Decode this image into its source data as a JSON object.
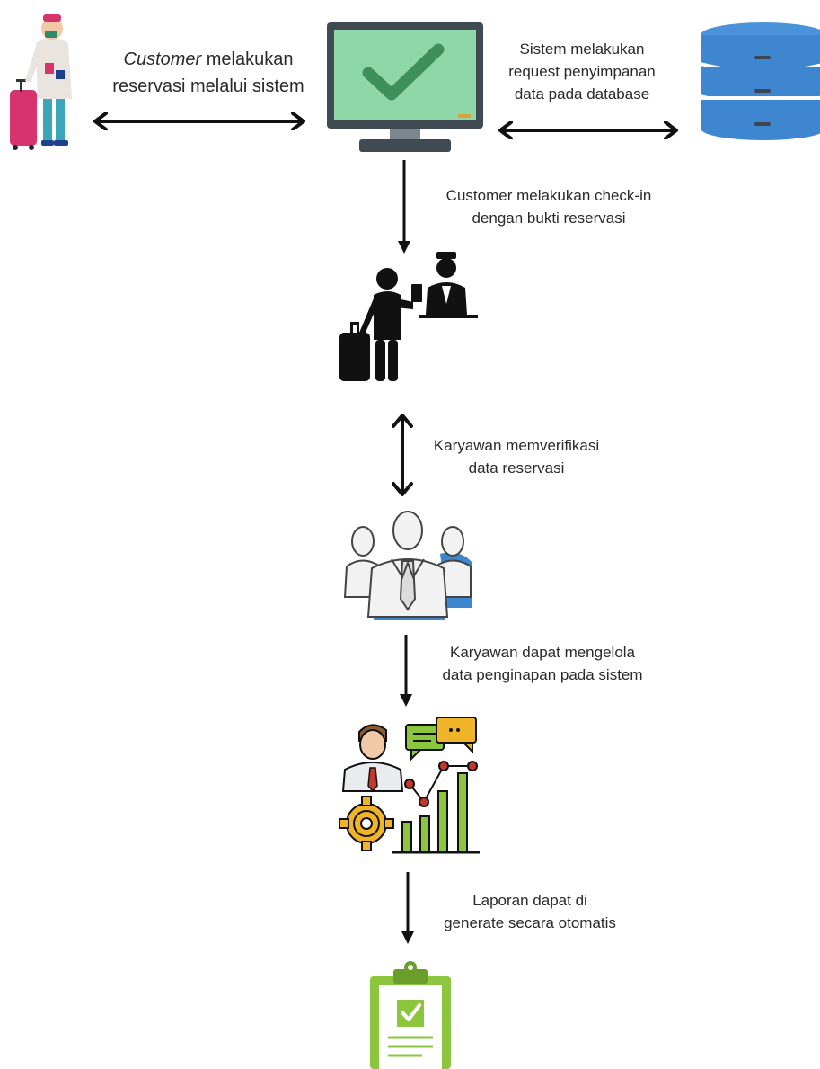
{
  "steps": {
    "reservation": {
      "text_em": "Customer",
      "text_rest": " melakukan",
      "line2": "reservasi melalui sistem"
    },
    "database_request": {
      "line1": "Sistem melakukan",
      "line2": "request penyimpanan",
      "line3": "data pada database"
    },
    "checkin": {
      "line1": "Customer melakukan check-in",
      "line2": "dengan bukti reservasi"
    },
    "verify": {
      "line1": "Karyawan memverifikasi",
      "line2": "data reservasi"
    },
    "manage": {
      "line1": "Karyawan dapat mengelola",
      "line2": "data penginapan pada sistem"
    },
    "report": {
      "line1": "Laporan dapat di",
      "line2": "generate secara otomatis"
    }
  },
  "icons": {
    "customer": "traveler-with-suitcase-icon",
    "system": "computer-monitor-checkmark-icon",
    "database": "database-icon",
    "checkin": "hotel-reception-checkin-icon",
    "employees": "employee-group-icon",
    "management": "manager-analytics-icon",
    "report": "clipboard-report-icon"
  },
  "colors": {
    "monitor_green": "#8fd7a6",
    "monitor_frame": "#3f4a52",
    "check": "#3f8f5a",
    "database": "#3f86d0",
    "clipboard": "#8cc63f",
    "arrow": "#111111"
  }
}
